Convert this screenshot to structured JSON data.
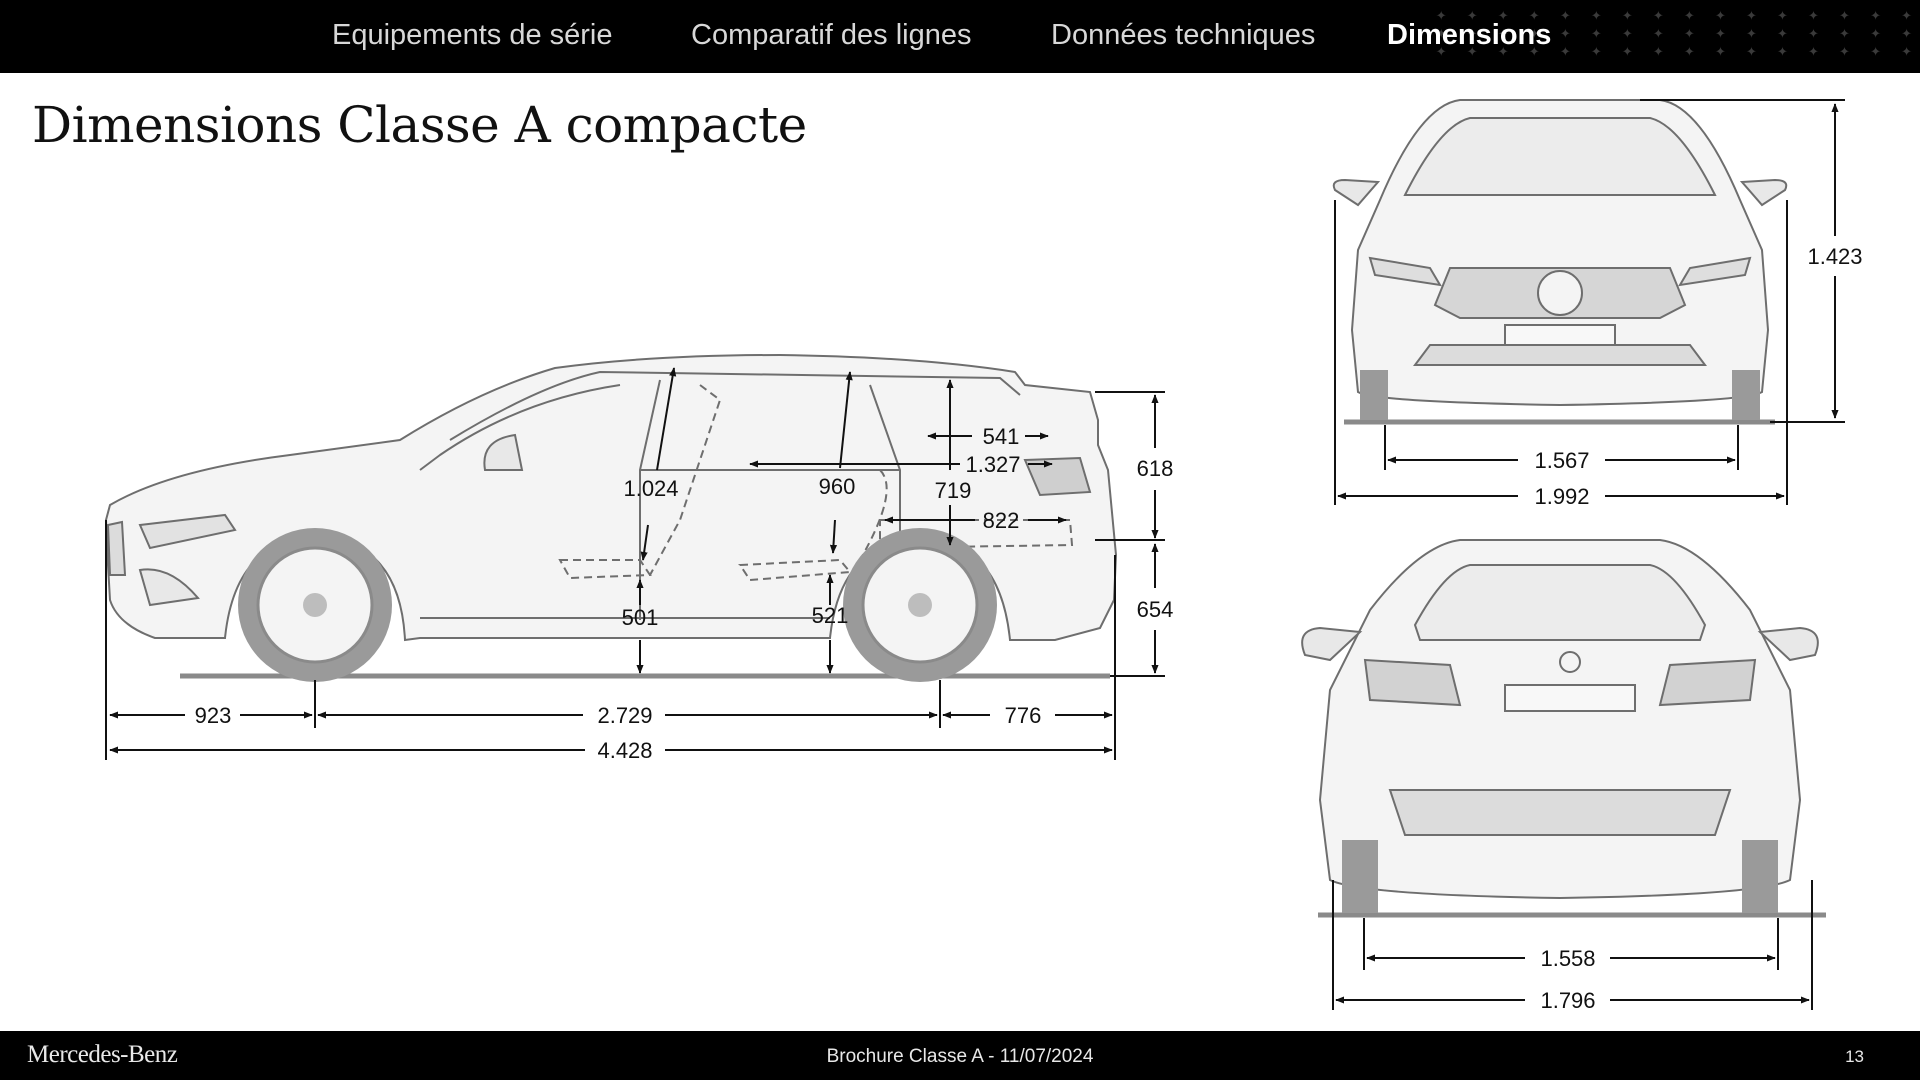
{
  "nav": {
    "tabs": [
      {
        "label": "Equipements de série",
        "active": false
      },
      {
        "label": "Comparatif des lignes",
        "active": false
      },
      {
        "label": "Données techniques",
        "active": false
      },
      {
        "label": "Dimensions",
        "active": true
      }
    ]
  },
  "page_title": "Dimensions Classe A compacte",
  "side_view": {
    "front_overhang": "923",
    "wheelbase": "2.729",
    "rear_overhang": "776",
    "overall_length": "4.428",
    "front_headroom": "1.024",
    "rear_headroom": "960",
    "front_seat_height": "501",
    "rear_seat_height": "521",
    "load_floor_length_upper": "541",
    "load_length": "1.327",
    "trunk_height": "719",
    "load_floor_length": "822",
    "tailgate_opening_height": "618",
    "loading_sill_height": "654"
  },
  "front_view": {
    "height": "1.423",
    "front_track": "1.567",
    "width_with_mirrors": "1.992"
  },
  "rear_view": {
    "rear_track": "1.558",
    "width": "1.796"
  },
  "footer": {
    "brand": "Mercedes-Benz",
    "doc_info": "Brochure Classe A - 11/07/2024",
    "page_number": "13"
  },
  "colors": {
    "bar_background": "#000000",
    "drawing_line": "#6e6e6e",
    "wheel_fill": "#9a9a9a",
    "ground": "#8a8a8a"
  }
}
